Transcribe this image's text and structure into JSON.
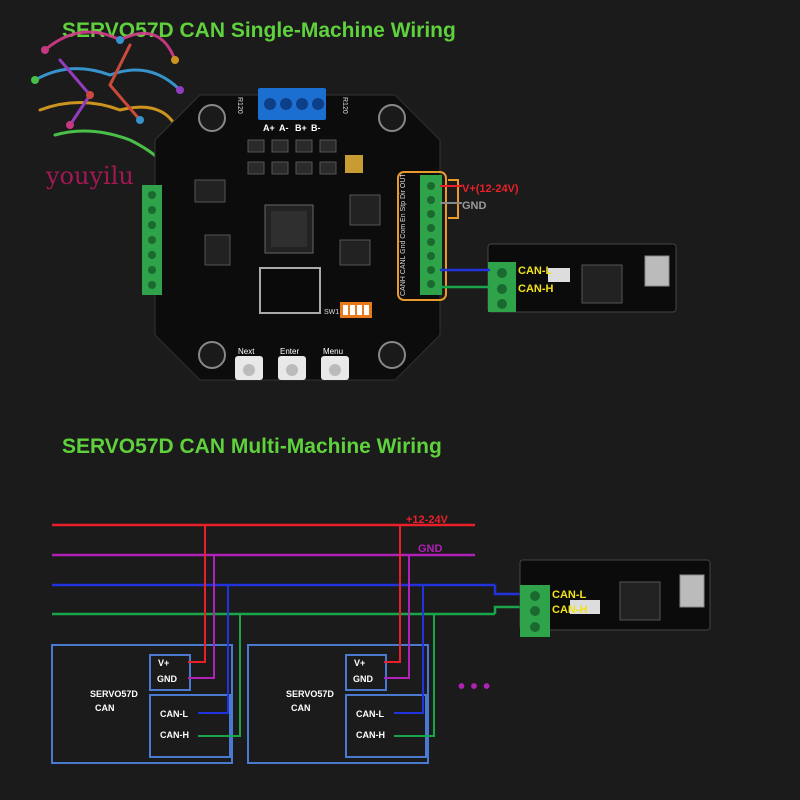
{
  "top_title": "SERVO57D CAN Single-Machine Wiring",
  "bottom_title": "SERVO57D CAN Multi-Machine Wiring",
  "watermark": "youyilu",
  "board": {
    "header_labels": [
      "A+",
      "A-",
      "B+",
      "B-"
    ],
    "side_text_r120": "R120",
    "buttons": [
      "Next",
      "Enter",
      "Menu"
    ],
    "pin_labels": "CANH CANL Gnd Com En Stp Dir OUT",
    "sw_label": "SW1"
  },
  "single_wiring": {
    "power_label": "V+(12-24V)",
    "gnd_label": "GND",
    "can_l": "CAN-L",
    "can_h": "CAN-H"
  },
  "multi_wiring": {
    "bus_power": "+12-24V",
    "bus_gnd": "GND",
    "adapter_can_l": "CAN-L",
    "adapter_can_h": "CAN-H",
    "device_name_line1": "SERVO57D",
    "device_name_line2": "CAN",
    "vplus": "V+",
    "gnd": "GND",
    "can_l": "CAN-L",
    "can_h": "CAN-H",
    "ellipsis": "• • •"
  },
  "colors": {
    "title_green": "#5fd13c",
    "power_red": "#e8202a",
    "gnd_purple": "#b021b5",
    "can_l_blue": "#2233dd",
    "can_h_green": "#19a64a",
    "box_blue": "#4a7ad0",
    "label_yellow": "#f2e21a",
    "highlight_orange": "#e89a2a"
  }
}
